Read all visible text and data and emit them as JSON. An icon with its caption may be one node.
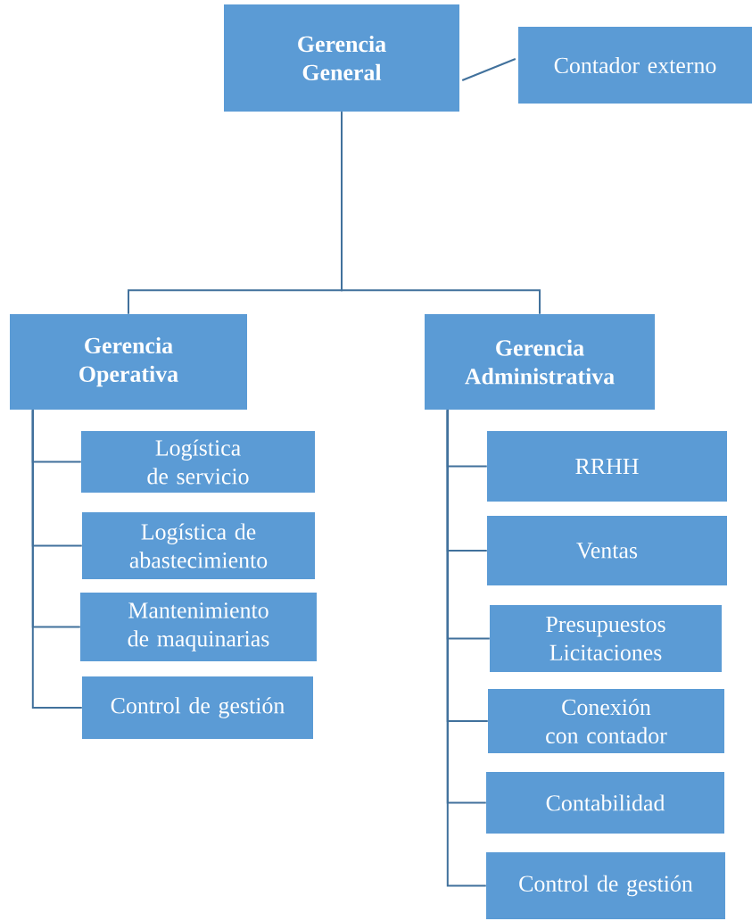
{
  "diagram": {
    "nodes": [
      {
        "text": [
          "Gerencia General"
        ]
      },
      {
        "text": [
          "Contador externo"
        ]
      },
      {
        "text": [
          "Gerencia Operativa"
        ]
      },
      {
        "text": [
          "Gerencia Administrativa"
        ]
      },
      {
        "text": [
          "Logística de servicio"
        ]
      },
      {
        "text": [
          "Logística de abastecimiento"
        ]
      },
      {
        "text": [
          "Mantenimiento de maquinarias"
        ]
      },
      {
        "text": [
          "Control de gestión"
        ]
      },
      {
        "text": [
          "RRHH"
        ]
      },
      {
        "text": [
          "Ventas"
        ]
      },
      {
        "text": [
          "Presupuestos Licitaciones"
        ]
      },
      {
        "text": [
          "Conexión con contador"
        ]
      },
      {
        "text": [
          "Contabilidad"
        ]
      },
      {
        "text": [
          "Control de gestión"
        ]
      }
    ],
    "edges": [
      {
        "from": 0,
        "to": 1,
        "arrow": "none"
      },
      {
        "from": 0,
        "to": 2,
        "arrow": "none"
      },
      {
        "from": 0,
        "to": 3,
        "arrow": "none"
      },
      {
        "from": 2,
        "to": 4,
        "arrow": "none"
      },
      {
        "from": 2,
        "to": 5,
        "arrow": "none"
      },
      {
        "from": 2,
        "to": 6,
        "arrow": "none"
      },
      {
        "from": 2,
        "to": 7,
        "arrow": "none"
      },
      {
        "from": 3,
        "to": 8,
        "arrow": "none"
      },
      {
        "from": 3,
        "to": 9,
        "arrow": "none"
      },
      {
        "from": 3,
        "to": 10,
        "arrow": "none"
      },
      {
        "from": 3,
        "to": 11,
        "arrow": "none"
      },
      {
        "from": 3,
        "to": 12,
        "arrow": "none"
      },
      {
        "from": 3,
        "to": 13,
        "arrow": "none"
      }
    ]
  }
}
